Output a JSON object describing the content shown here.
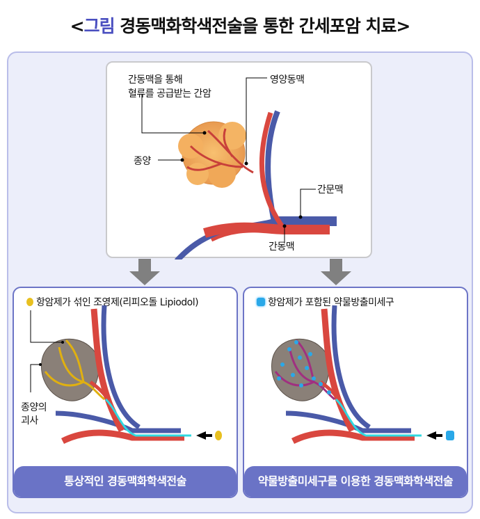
{
  "title": {
    "open": "<",
    "highlight": "그림",
    "rest": " 경동맥화학색전술을 통한 간세포암 치료",
    "close": ">"
  },
  "top": {
    "label_tumor_blood_1": "간동맥을 통해",
    "label_tumor_blood_2": "혈류를 공급받는 간암",
    "label_feeding_artery": "영양동맥",
    "label_tumor": "종양",
    "label_portal_vein": "간문맥",
    "label_hepatic_artery": "간동맥"
  },
  "left_panel": {
    "legend": "항암제가 섞인 조영제(리피오돌 Lipiodol)",
    "necrosis_1": "종양의",
    "necrosis_2": "괴사",
    "caption": "통상적인 경동맥화학색전술"
  },
  "right_panel": {
    "legend": "항암제가 포함된 약물방출미세구",
    "caption": "약물방출미세구를 이용한 경동맥화학색전술"
  },
  "colors": {
    "accent": "#4a4fc0",
    "bar": "#6a73c6",
    "artery": "#d9473f",
    "vein": "#4a5aa8",
    "lipiodol": "#e8c020",
    "bead": "#2aa8e8"
  }
}
